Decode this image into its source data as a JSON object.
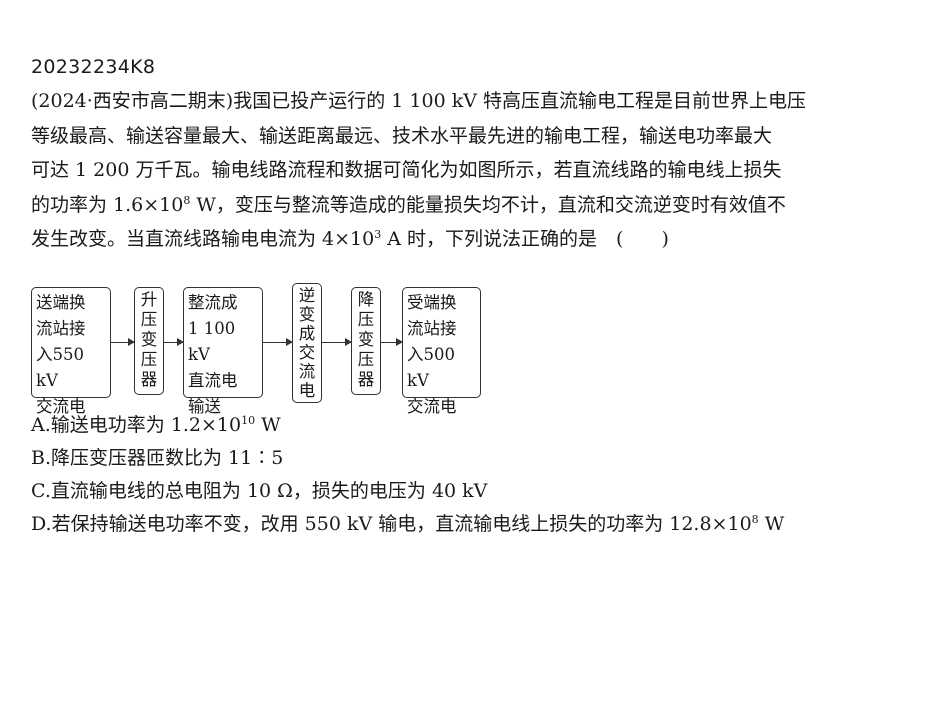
{
  "question_id": "20232234K8",
  "stem": {
    "line1": "(2024·西安市高二期末)我国已投产运行的 1 100 kV 特高压直流输电工程是目前世界上电压",
    "line2": "等级最高、输送容量最大、输送距离最远、技术水平最先进的输电工程，输送电功率最大",
    "line3": "可达 1 200 万千瓦。输电线路流程和数据可简化为如图所示，若直流线路的输电线上损失",
    "line4_a": "的功率为 1.6×10",
    "line4_exp": "8",
    "line4_b": " W，变压与整流等造成的能量损失均不计，直流和交流逆变时有效值不",
    "line5_a": "发生改变。当直流线路输电电流为 4×10",
    "line5_exp": "3",
    "line5_b": " A 时，下列说法正确的是　(　　)"
  },
  "diagram": {
    "boxes": [
      {
        "lines": [
          "送端换",
          "流站接",
          "入550 kV",
          "交流电"
        ]
      },
      {
        "lines": [
          "升",
          "压",
          "变",
          "压",
          "器"
        ]
      },
      {
        "lines": [
          "整流成",
          "1 100 kV",
          "直流电",
          "输送"
        ]
      },
      {
        "lines": [
          "逆",
          "变",
          "成",
          "交",
          "流",
          "电"
        ]
      },
      {
        "lines": [
          "降",
          "压",
          "变",
          "压",
          "器"
        ]
      },
      {
        "lines": [
          "受端换",
          "流站接",
          "入500 kV",
          "交流电"
        ]
      }
    ]
  },
  "options": {
    "A_a": "A.输送电功率为 1.2×10",
    "A_exp": "10",
    "A_b": " W",
    "B": "B.降压变压器匝数比为 11∶5",
    "C": "C.直流输电线的总电阻为 10 Ω，损失的电压为 40 kV",
    "D_a": "D.若保持输送电功率不变，改用 550 kV 输电，直流输电线上损失的功率为 12.8×10",
    "D_exp": "8",
    "D_b": " W"
  }
}
